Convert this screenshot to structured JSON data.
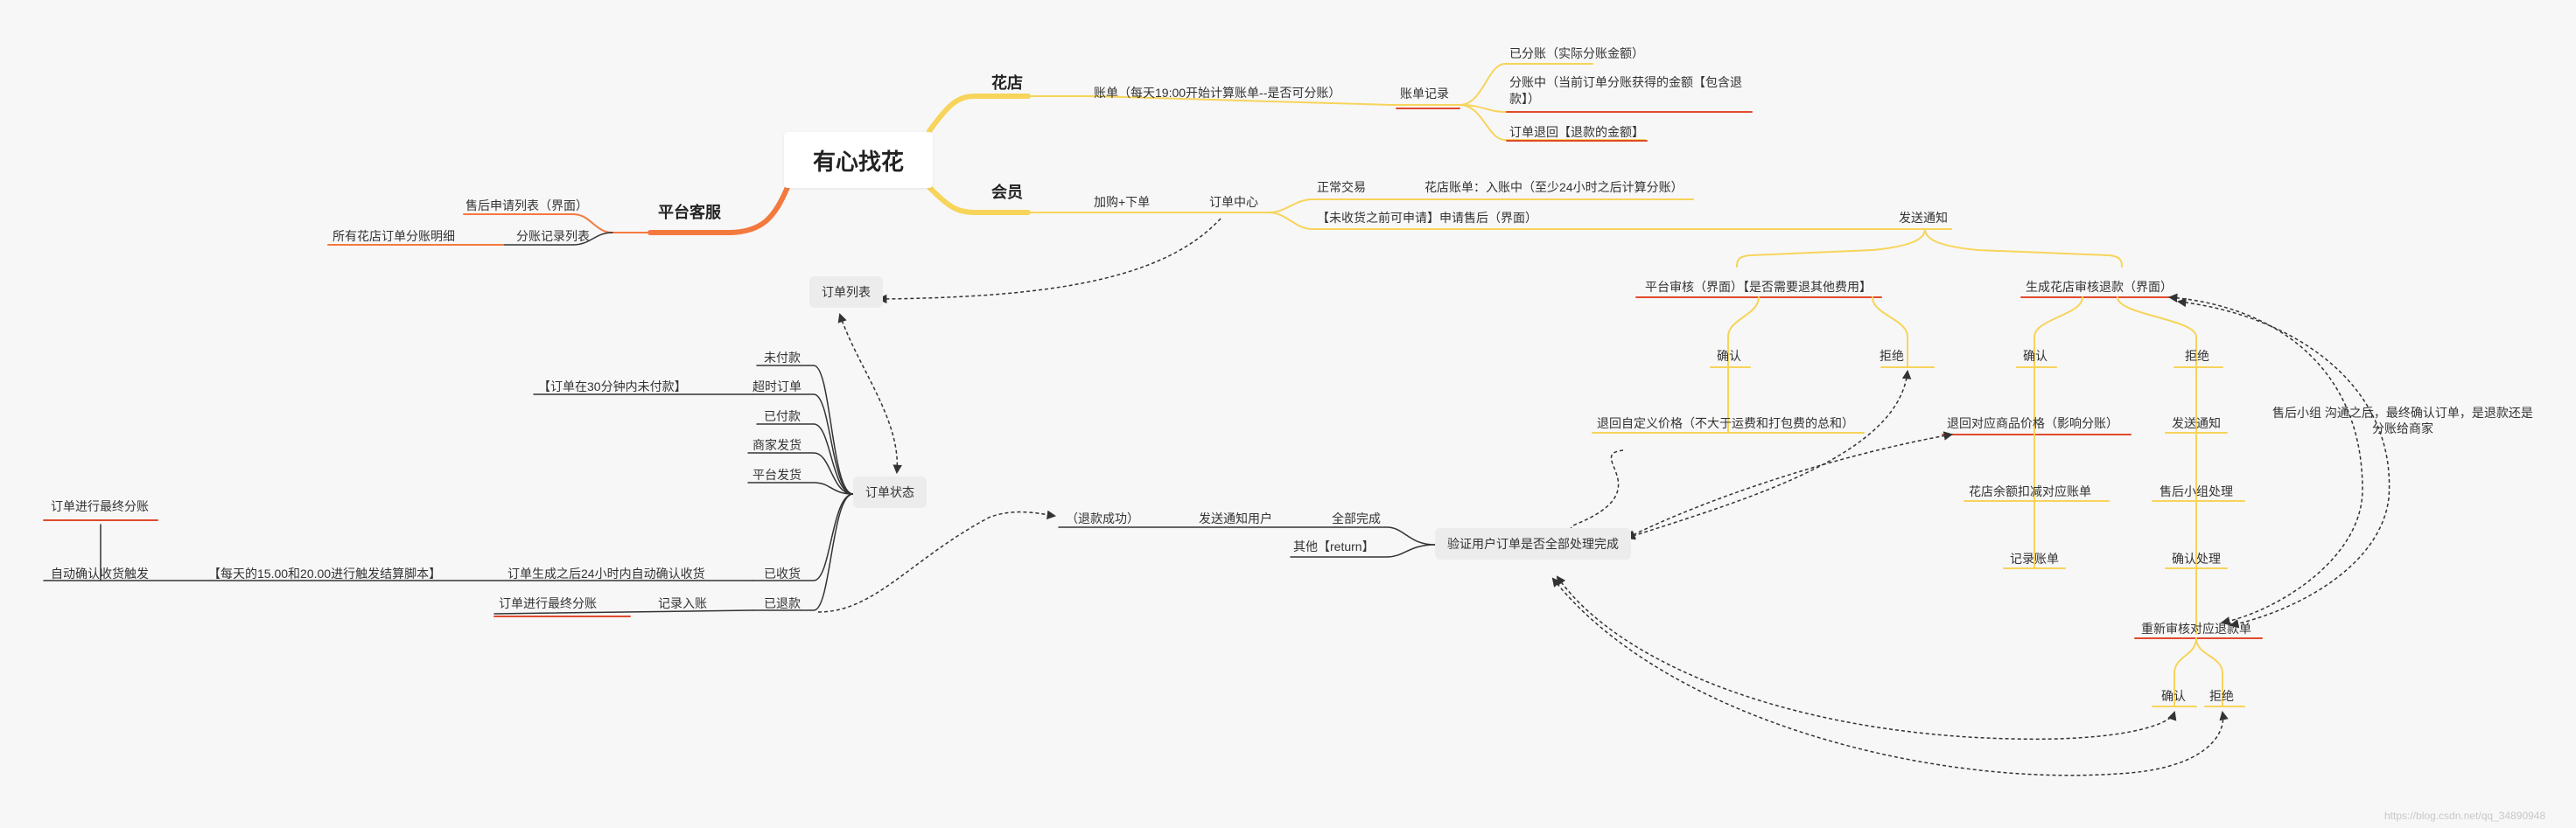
{
  "title": "有心找花",
  "branches": {
    "flower_shop": "花店",
    "member": "会员",
    "platform_cs": "平台客服"
  },
  "flower_shop": {
    "bill": "账单（每天19:00开始计算账单--是否可分账）",
    "bill_record": "账单记录",
    "settled": "已分账（实际分账金额）",
    "settling": "分账中（当前订单分账获得的金额【包含退款】）",
    "refunded": "订单退回【退款的金额】"
  },
  "member": {
    "cart_order": "加购+下单",
    "order_center": "订单中心",
    "normal_trade": "正常交易",
    "shop_bill": "花店账单：入账中（至少24小时之后计算分账）",
    "after_sale": "【未收货之前可申请】申请售后（界面）",
    "send_notice": "发送通知"
  },
  "platform_cs": {
    "after_sale_list": "售后申请列表（界面）",
    "split_record_list": "分账记录列表",
    "all_shop_detail": "所有花店订单分账明细"
  },
  "order_list": "订单列表",
  "order_status": {
    "label": "订单状态",
    "unpaid": "未付款",
    "timeout": "超时订单",
    "timeout_note": "【订单在30分钟内未付款】",
    "paid": "已付款",
    "shipped": "商家发货",
    "platform_ship": "平台发货",
    "received": "已收货",
    "received_note": "订单生成之后24小时内自动确认收货",
    "script_note": "【每天的15.00和20.00进行触发结算脚本】",
    "auto_confirm": "自动确认收货触发",
    "final_split_top": "订单进行最终分账",
    "refunded": "已退款",
    "record_income": "记录入账",
    "final_split": "订单进行最终分账"
  },
  "verify": {
    "label": "验证用户订单是否全部处理完成",
    "all_done": "全部完成",
    "notify_user": "发送通知用户",
    "refund_ok": "（退款成功）",
    "other": "其他【return】"
  },
  "review": {
    "platform_review": "平台审核（界面）【是否需要退其他费用】",
    "confirm": "确认",
    "reject": "拒绝",
    "refund_custom": "退回自定义价格（不大于运费和打包费的总和）",
    "shop_review": "生成花店审核退款（界面）",
    "confirm2": "确认",
    "reject2": "拒绝",
    "refund_goods": "退回对应商品价格（影响分账）",
    "deduct": "花店余额扣减对应账单",
    "record_bill": "记录账单",
    "send_notice2": "发送通知",
    "after_team": "售后小组处理",
    "confirm_process": "确认处理",
    "note": "售后小组 沟通之后，最终确认订单，是退款还是分账给商家",
    "re_review": "重新审核对应退款单",
    "confirm3": "确认",
    "reject3": "拒绝"
  },
  "watermark": "https://blog.csdn.net/qq_34890948",
  "colors": {
    "orange": "#f4793e",
    "yellow": "#f7d45a",
    "gray": "#333333",
    "red_underline": "#e04b2c"
  }
}
